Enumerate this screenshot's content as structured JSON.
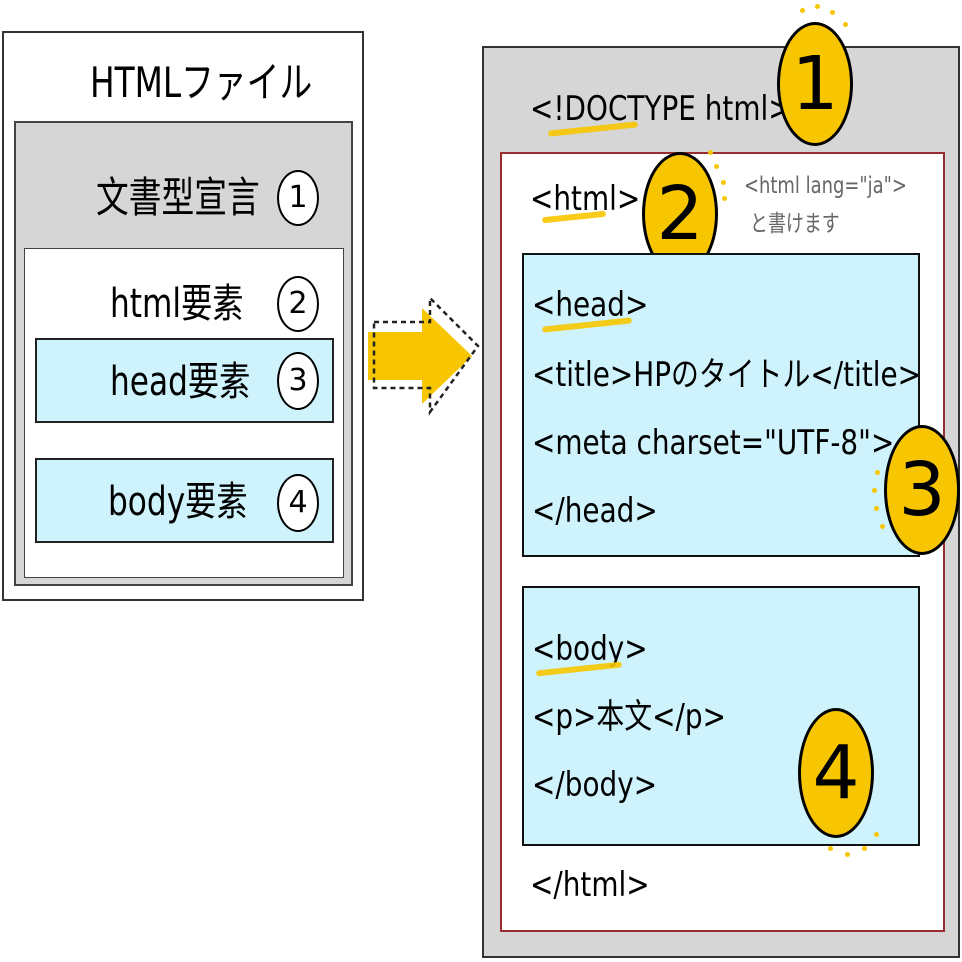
{
  "left_panel": {
    "title": "HTMLファイル",
    "sections": [
      {
        "label": "文書型宣言",
        "number": "1"
      },
      {
        "label": "html要素",
        "number": "2"
      },
      {
        "label": "head要素",
        "number": "3"
      },
      {
        "label": "body要素",
        "number": "4"
      }
    ]
  },
  "right_panel": {
    "doctype": "<!DOCTYPE html>",
    "html_open": "<html>",
    "note_line1": "<html lang=\"ja\">",
    "note_line2": "と書けます",
    "head_lines": [
      "<head>",
      "<title>HPのタイトル</title>",
      "<meta charset=\"UTF-8\">",
      "</head>"
    ],
    "body_lines": [
      "<body>",
      "<p>本文</p>",
      "</body>"
    ],
    "html_close": "</html>",
    "badges": [
      "1",
      "2",
      "3",
      "4"
    ]
  },
  "colors": {
    "gray_box": "#d6d6d6",
    "light_blue": "#cef3fd",
    "badge_yellow": "#f7c600",
    "html_border": "#9b2c32",
    "arrow": "#f7c600"
  }
}
